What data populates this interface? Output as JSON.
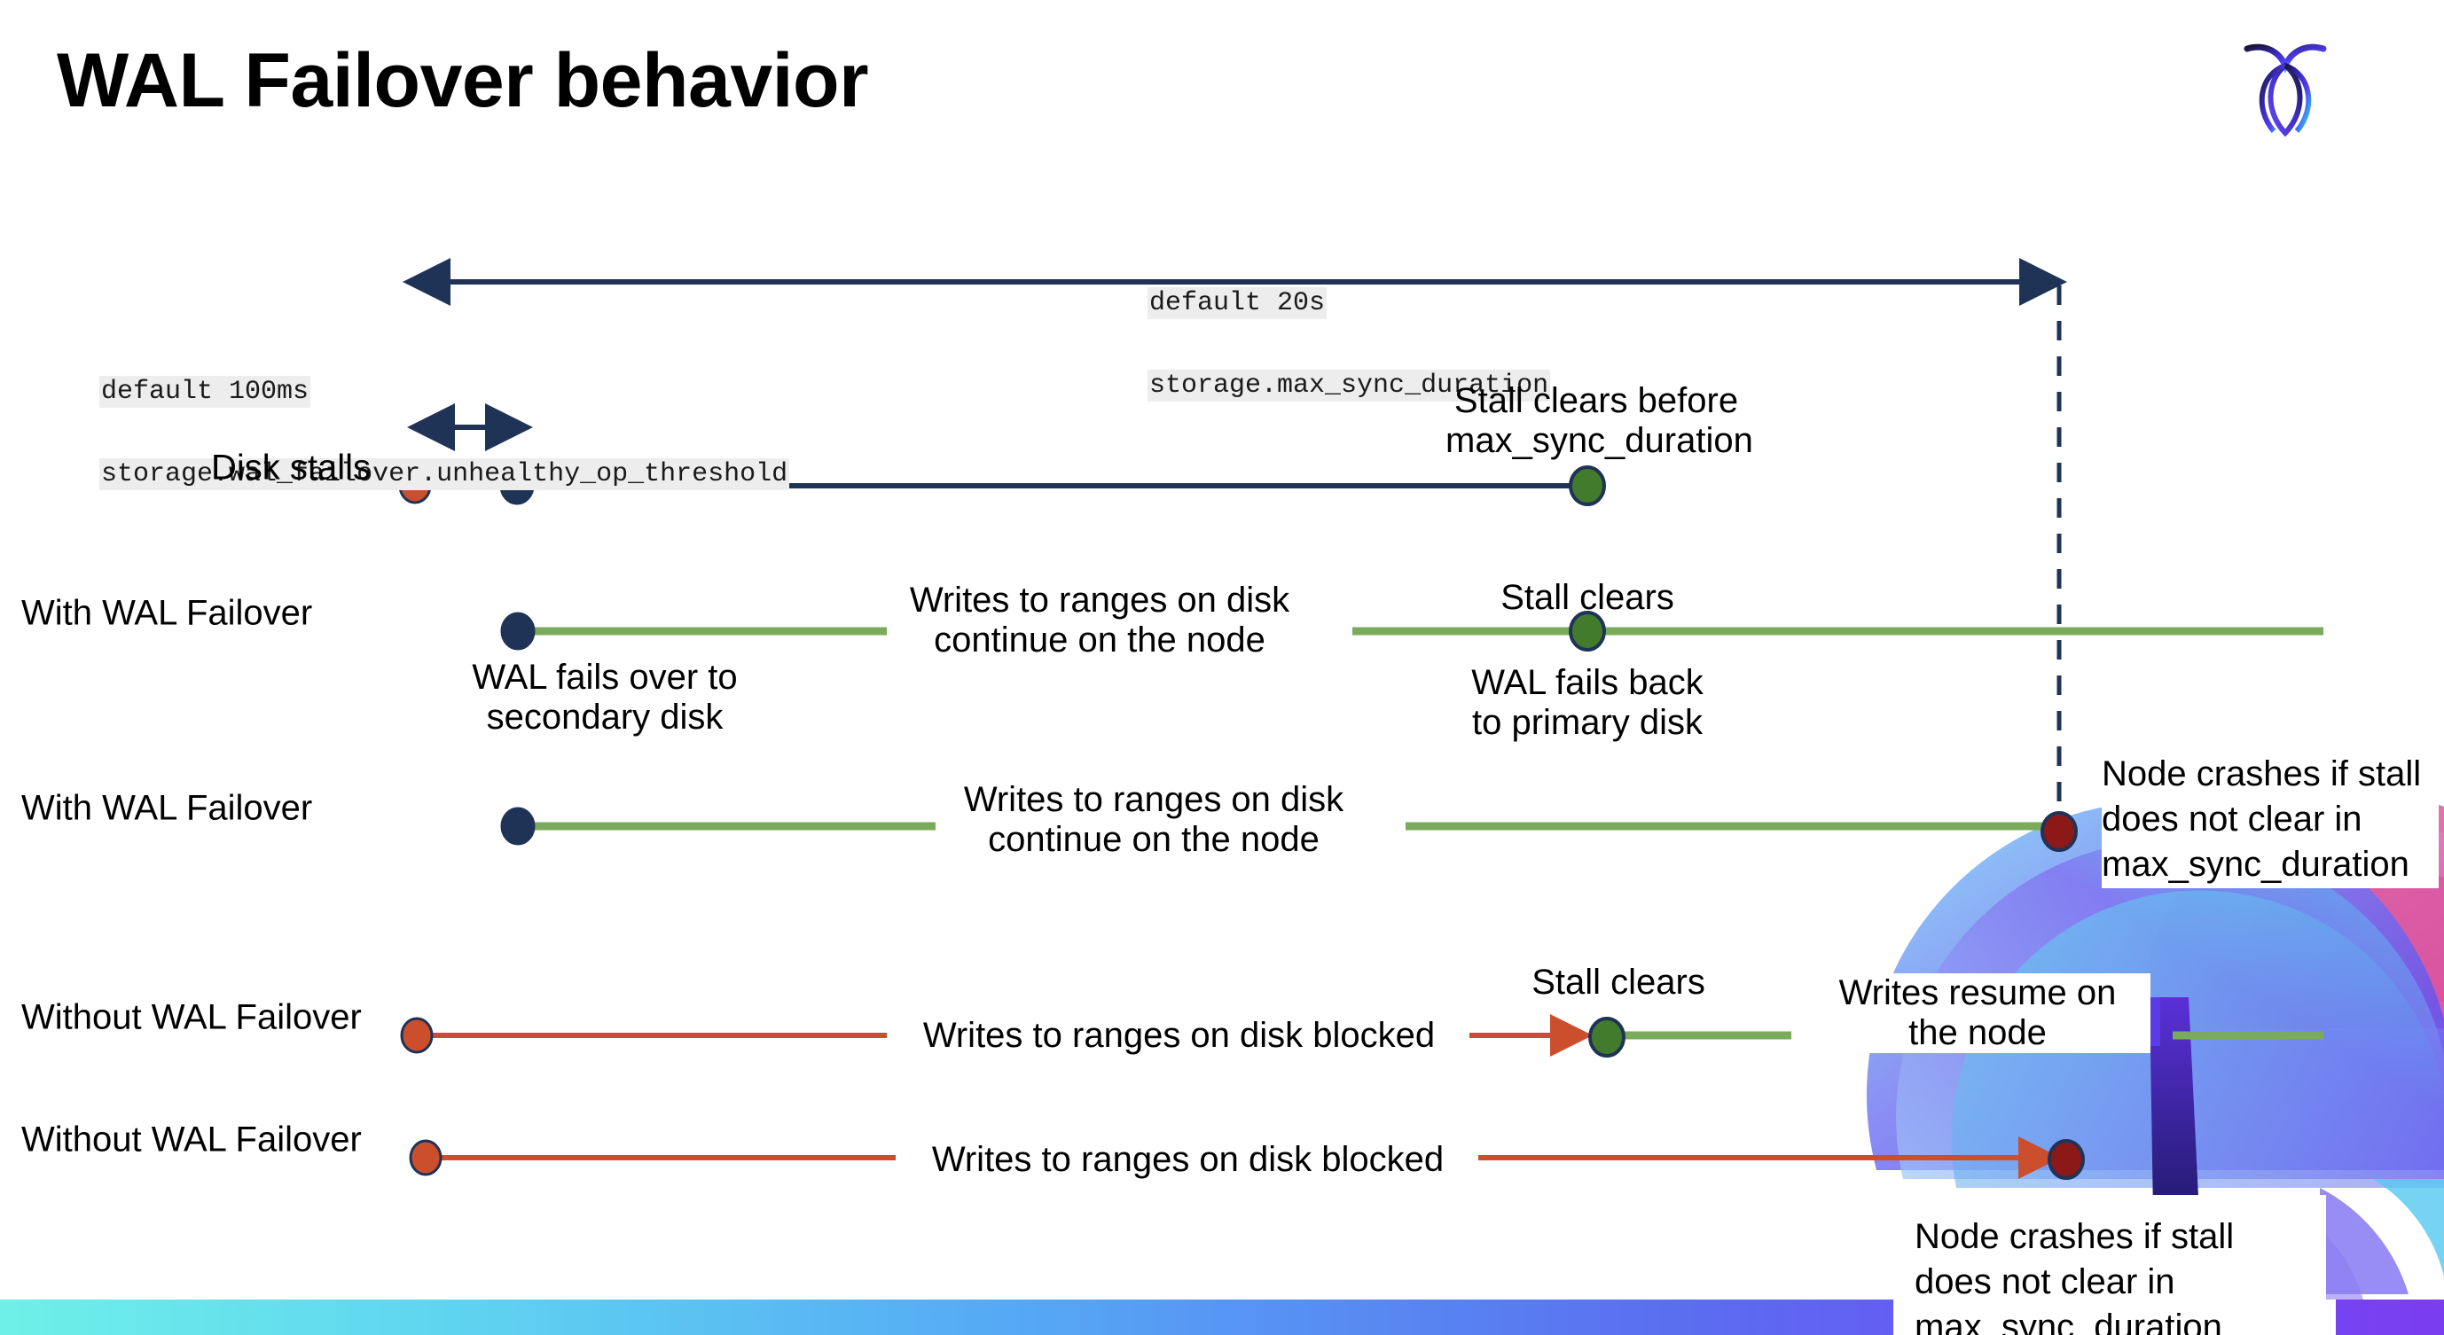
{
  "slide": {
    "title": "WAL Failover behavior",
    "logo_name": "cockroach-labs-logo"
  },
  "settings": {
    "max_sync": {
      "default_line": "default 20s",
      "name_line": "storage.max_sync_duration"
    },
    "unhealthy_op": {
      "default_line": "default 100ms",
      "name_line": "storage.wal_failover.unhealthy_op_threshold"
    }
  },
  "rows": [
    {
      "id": "disk-stalls",
      "label": "Disk stalls",
      "annotations": [
        {
          "id": "stall-clears-before",
          "text": "Stall clears before\nmax_sync_duration"
        }
      ]
    },
    {
      "id": "with-wal-failover-clears",
      "label": "With WAL Failover",
      "annotations": [
        {
          "id": "writes-continue",
          "text": "Writes to ranges on disk\ncontinue on the node"
        },
        {
          "id": "wal-fails-over",
          "text": "WAL fails over to\nsecondary disk"
        },
        {
          "id": "stall-clears",
          "text": "Stall clears"
        },
        {
          "id": "wal-fails-back",
          "text": "WAL fails  back\nto primary disk"
        }
      ]
    },
    {
      "id": "with-wal-failover-crash",
      "label": "With WAL Failover",
      "annotations": [
        {
          "id": "writes-continue-2",
          "text": "Writes to ranges on disk\ncontinue on the node"
        },
        {
          "id": "node-crashes-1",
          "text": "Node crashes if stall\ndoes not clear in\nmax_sync_duration"
        }
      ]
    },
    {
      "id": "without-wal-failover-clears",
      "label": "Without WAL Failover",
      "annotations": [
        {
          "id": "writes-blocked-1",
          "text": "Writes to ranges on disk  blocked"
        },
        {
          "id": "stall-clears-2",
          "text": "Stall clears"
        },
        {
          "id": "writes-resume",
          "text": "Writes resume on\nthe node"
        }
      ]
    },
    {
      "id": "without-wal-failover-crash",
      "label": "Without WAL Failover",
      "annotations": [
        {
          "id": "writes-blocked-2",
          "text": "Writes to ranges on disk  blocked"
        },
        {
          "id": "node-crashes-2",
          "text": "Node crashes if stall\ndoes not clear in\nmax_sync_duration"
        }
      ]
    }
  ],
  "colors": {
    "navy": "#1f3357",
    "green_line": "#7aab5c",
    "green_dot": "#417b2b",
    "orange": "#cb4f2c",
    "dark_red": "#8c1818",
    "code_bg": "#ededed",
    "bottom_bar_start": "#6ef0e8",
    "bottom_bar_end": "#7b3df0"
  }
}
